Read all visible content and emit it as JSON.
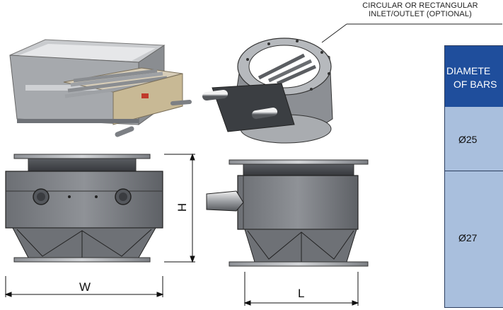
{
  "callout": {
    "line1": "CIRCULAR OR RECTANGULAR",
    "line2": "INLET/OUTLET (OPTIONAL)"
  },
  "dimensions": {
    "width_label": "W",
    "height_label": "H",
    "length_label": "L"
  },
  "table": {
    "header_line1": "DIAMETE",
    "header_line2": "OF BARS",
    "rows": [
      "Ø25",
      "Ø27"
    ]
  },
  "colors": {
    "header_bg": "#1f4e9c",
    "cell_bg": "#a9bfdd",
    "steel_dark": "#4a4d52",
    "steel_light": "#b9bcc1"
  }
}
